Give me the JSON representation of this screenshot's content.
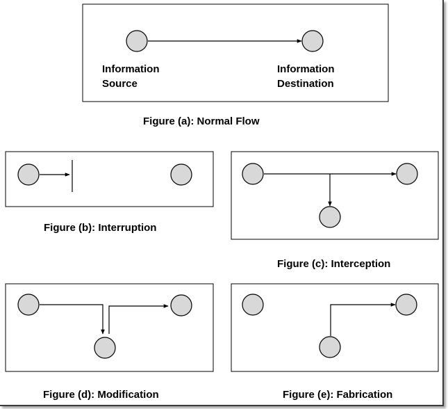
{
  "figure_a": {
    "source_label_1": "Information",
    "source_label_2": "Source",
    "dest_label_1": "Information",
    "dest_label_2": "Destination",
    "caption": "Figure (a):  Normal Flow"
  },
  "figure_b": {
    "caption": "Figure (b):  Interruption"
  },
  "figure_c": {
    "caption": "Figure (c):  Interception"
  },
  "figure_d": {
    "caption": "Figure (d):  Modification"
  },
  "figure_e": {
    "caption": "Figure (e):  Fabrication"
  }
}
